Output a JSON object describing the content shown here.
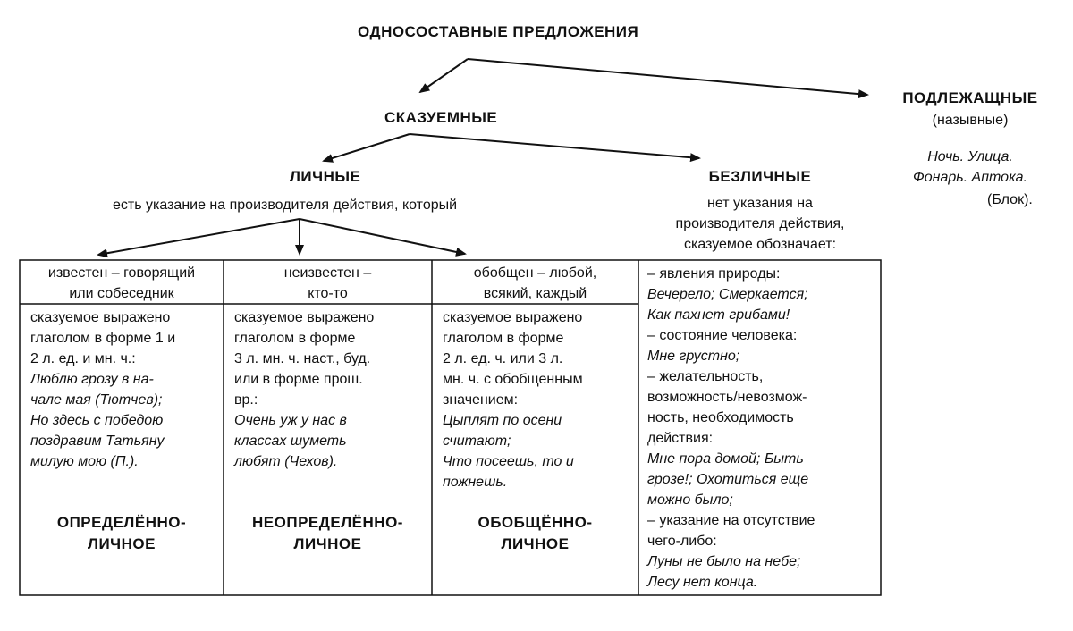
{
  "title": "ОДНОСОСТАВНЫЕ ПРЕДЛОЖЕНИЯ",
  "podlezhashchnye": {
    "title": "ПОДЛЕЖАЩНЫЕ",
    "subtitle": "(назывные)",
    "example": "Ночь. Улица.\nФонарь. Аптока.",
    "author": "(Блок)."
  },
  "skazuemnye": {
    "title": "СКАЗУЕМНЫЕ"
  },
  "lichnye": {
    "title": "ЛИЧНЫЕ",
    "description": "есть указание на производителя действия, который"
  },
  "bezlichnye": {
    "title": "БЕЗЛИЧНЫЕ",
    "description": "нет указания на\nпроизводителя действия,\nсказуемое обозначает:"
  },
  "columns": [
    {
      "header": "известен – говорящий\nили собеседник",
      "body": "сказуемое выражено\nглаголом в форме 1 и\n2 л. ед. и мн. ч.:",
      "example": "Люблю грозу в на-\nчале мая (Тютчев);\nНо здесь с победою\nпоздравим Татьяну\nмилую мою (П.).",
      "type": "ОПРЕДЕЛЁННО-\nЛИЧНОЕ"
    },
    {
      "header": "неизвестен –\nкто-то",
      "body": "сказуемое выражено\nглаголом в форме\n3 л. мн. ч. наст., буд.\nили в форме прош.\nвр.:",
      "example": "Очень уж у нас в\nклассах шуметь\nлюбят (Чехов).",
      "type": "НЕОПРЕДЕЛЁННО-\nЛИЧНОЕ"
    },
    {
      "header": "обобщен – любой,\nвсякий, каждый",
      "body": "сказуемое выражено\nглаголом в форме\n2 л. ед. ч. или 3 л.\nмн. ч. с обобщенным\nзначением:",
      "example": "Цыплят по осени\nсчитают;\nЧто посеешь, то и\nпожнешь.",
      "type": "ОБОБЩЁННО-\nЛИЧНОЕ"
    }
  ],
  "bezlichnye_list": [
    {
      "text": "– явления природы:",
      "italic": false
    },
    {
      "text": "Вечерело; Смеркается;",
      "italic": true
    },
    {
      "text": "Как пахнет грибами!",
      "italic": true
    },
    {
      "text": "– состояние человека:",
      "italic": false
    },
    {
      "text": "Мне грустно;",
      "italic": true
    },
    {
      "text": "– желательность,",
      "italic": false
    },
    {
      "text": "возможность/невозмож-",
      "italic": false
    },
    {
      "text": "ность, необходимость",
      "italic": false
    },
    {
      "text": "действия:",
      "italic": false
    },
    {
      "text": "Мне пора домой; Быть",
      "italic": true
    },
    {
      "text": "грозе!; Охотиться еще",
      "italic": true
    },
    {
      "text": "можно было;",
      "italic": true
    },
    {
      "text": "– указание на отсутствие",
      "italic": false
    },
    {
      "text": "чего-либо:",
      "italic": false
    },
    {
      "text": "Луны не было на небе;",
      "italic": true
    },
    {
      "text": "Лесу нет конца.",
      "italic": true
    }
  ]
}
